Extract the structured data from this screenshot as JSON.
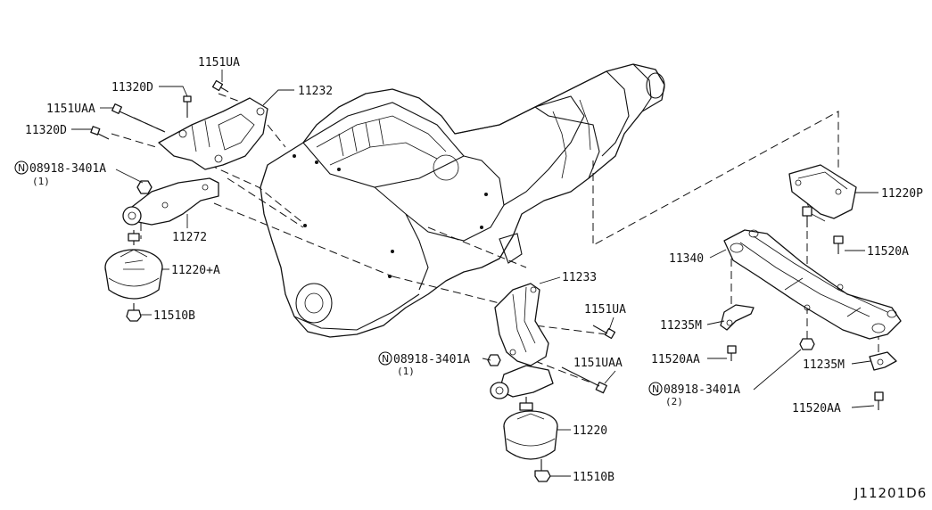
{
  "labels": {
    "p1151UA_top": "1151UA",
    "p11320D_top": "11320D",
    "p1151UAA_top": "1151UAA",
    "p11320D_left": "11320D",
    "p11232": "11232",
    "p08918_left": "08918-3401A",
    "p08918_left_qty": "(1)",
    "p11272": "11272",
    "p11220A": "11220+A",
    "p11510B_left": "11510B",
    "p11220P": "11220P",
    "p11520A": "11520A",
    "p11340": "11340",
    "p11233": "11233",
    "p1151UA_mid": "1151UA",
    "p08918_mid": "08918-3401A",
    "p08918_mid_qty": "(1)",
    "p1151UAA_mid": "1151UAA",
    "p11235M_left": "11235M",
    "p11520AA_left": "11520AA",
    "p11235M_right": "11235M",
    "p08918_right": "08918-3401A",
    "p08918_right_qty": "(2)",
    "p11220": "11220",
    "p11520AA_right": "11520AA",
    "p11510B_right": "11510B"
  },
  "nut_symbol": "N",
  "diagram_ref": "J11201D6"
}
